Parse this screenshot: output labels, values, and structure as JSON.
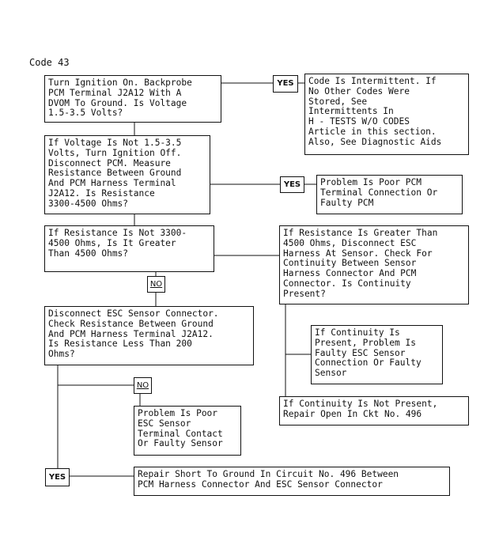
{
  "title": "Code 43",
  "boxes": {
    "b1": "Turn Ignition On. Backprobe\nPCM Terminal J2A12 With A\nDVOM To Ground. Is Voltage\n1.5-3.5 Volts?",
    "b2": "Code Is Intermittent. If\nNo Other Codes Were\nStored, See\nIntermittents In\nH - TESTS W/O CODES\nArticle in this section.\nAlso, See Diagnostic Aids",
    "b3": "If Voltage Is Not 1.5-3.5\nVolts, Turn Ignition Off.\nDisconnect PCM. Measure\nResistance Between Ground\nAnd PCM Harness Terminal\nJ2A12. Is Resistance\n3300-4500 Ohms?",
    "b4": "Problem Is Poor PCM\nTerminal Connection Or\nFaulty PCM",
    "b5": "If Resistance Is Not 3300-\n4500 Ohms, Is It Greater\nThan 4500 Ohms?",
    "b6": "If Resistance Is Greater Than\n4500 Ohms, Disconnect ESC\nHarness At Sensor. Check For\nContinuity Between Sensor\nHarness Connector And PCM\nConnector. Is Continuity\nPresent?",
    "b7": "Disconnect ESC Sensor Connector.\nCheck Resistance Between Ground\nAnd PCM Harness Terminal J2A12.\nIs Resistance Less Than 200\nOhms?",
    "b8": "If Continuity Is\nPresent, Problem Is\nFaulty ESC Sensor\nConnection Or Faulty\nSensor",
    "b9": "If Continuity Is Not Present,\nRepair Open In Ckt No. 496",
    "b10": "Problem Is Poor\nESC Sensor\nTerminal Contact\nOr Faulty Sensor",
    "b11": "Repair Short To Ground In Circuit No. 496 Between\nPCM Harness Connector And ESC Sensor Connector"
  },
  "tags": {
    "yes1": "YES",
    "yes2": "YES",
    "no1": "NO",
    "no2": "NO",
    "yes3": "YES"
  }
}
